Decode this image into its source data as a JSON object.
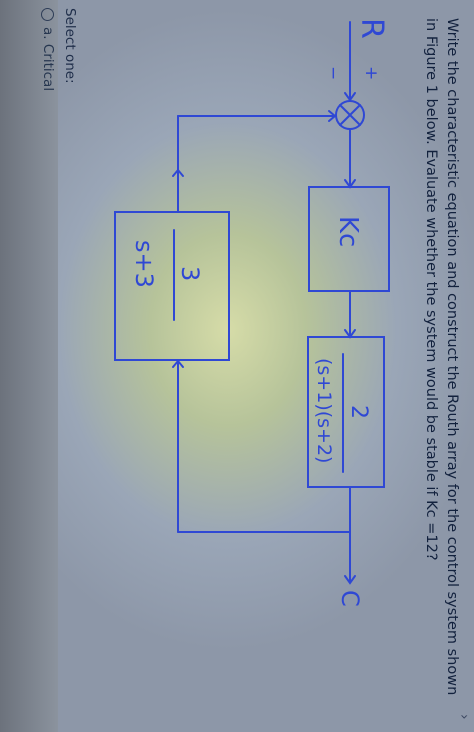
{
  "question": {
    "text": "Write the characteristic equation and construct the Routh array for the control system shown in Figure 1 below. Evaluate whether the system would be stable if Kc =12?"
  },
  "diagram": {
    "input_label": "R",
    "plus_sign": "+",
    "minus_sign": "−",
    "output_label": "C",
    "gain_block": "Kc",
    "plant_numerator": "2",
    "plant_denominator": "(s+1)(s+2)",
    "feedback_numerator": "3",
    "feedback_denominator": "s+3",
    "stroke_color": "#2f48d4"
  },
  "answers": {
    "prompt": "Select one:",
    "options": [
      {
        "label": "a. Critical"
      }
    ]
  }
}
